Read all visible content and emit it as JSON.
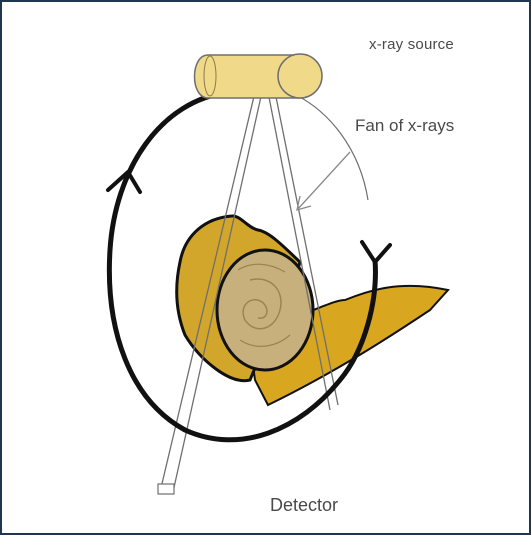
{
  "labels": {
    "source": "x-ray sourcе",
    "fan": "Fan of x-rays",
    "detector": "Detector"
  },
  "colors": {
    "frame": "#1f3550",
    "source_fill": "#f1d98a",
    "body_fill": "#d8a71f",
    "head_fill": "#d2a62a",
    "inner_circle_fill": "#c7b07c",
    "outline": "#111111",
    "beam": "#6f6f6f",
    "label": "#4a4a4a"
  },
  "icons": [
    "arrow-up-icon",
    "arrow-down-icon",
    "pointer-arrow"
  ]
}
